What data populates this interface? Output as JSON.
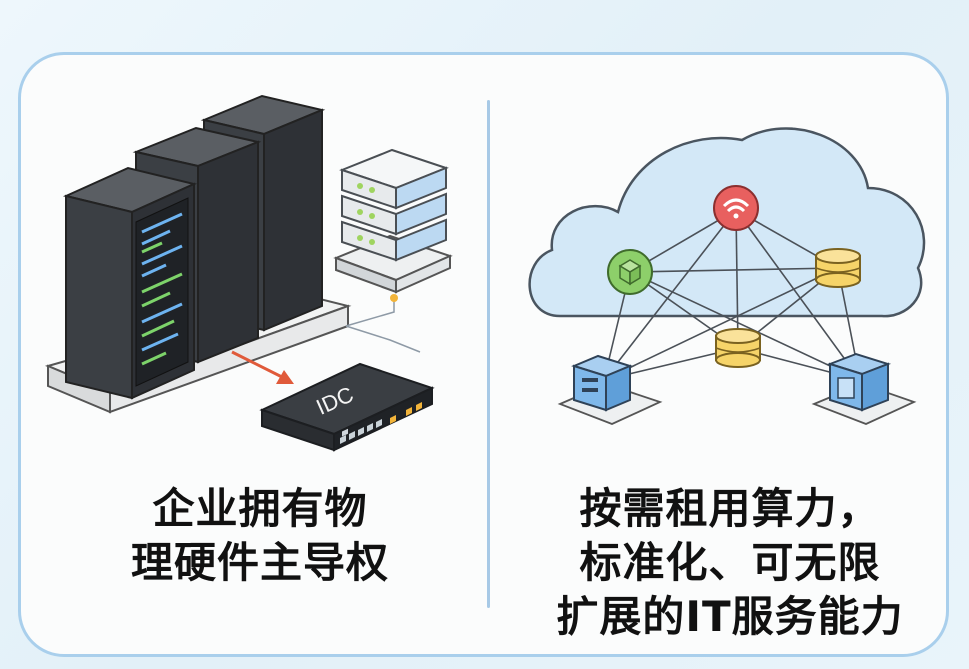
{
  "left_panel": {
    "device_label": "IDC",
    "caption_lines": [
      "企业拥有物",
      "理硬件主导权"
    ]
  },
  "right_panel": {
    "caption_lines": [
      "按需租用算力，",
      "标准化、可无限",
      "扩展的IT服务能力"
    ]
  },
  "icons": [
    "server-rack-icon",
    "storage-stack-icon",
    "idc-switch-icon",
    "cloud-icon",
    "wifi-icon",
    "security-box-icon",
    "database-icon",
    "server-cube-icon"
  ],
  "colors": {
    "card_border": "#a9cfec",
    "divider": "#a7c9e6",
    "cloud_fill": "#d5e9f7",
    "accent_red": "#e8605f",
    "accent_green": "#8dcf6a",
    "accent_yellow": "#f6d469",
    "accent_blue": "#7fb8ea",
    "arrow": "#e05a3a"
  }
}
